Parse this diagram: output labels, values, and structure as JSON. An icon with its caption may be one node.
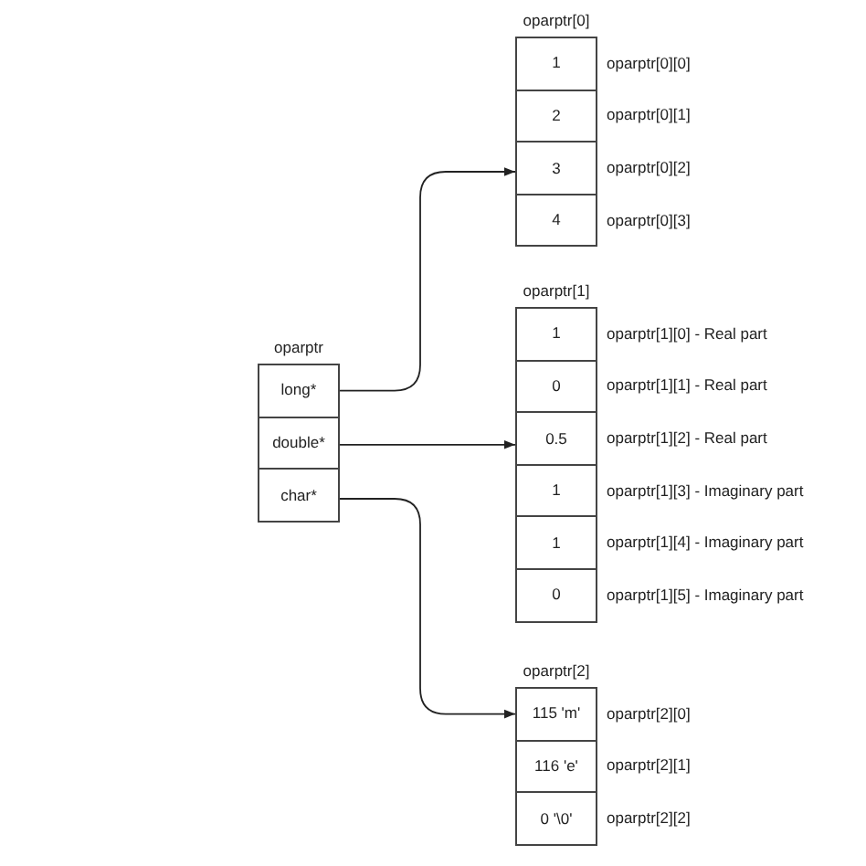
{
  "diagram": {
    "nodes": [
      {
        "text": [
          "oparptr"
        ]
      },
      {
        "text": [
          "long*"
        ],
        "in": 0
      },
      {
        "text": [
          "double*"
        ],
        "in": 0
      },
      {
        "text": [
          "char*"
        ],
        "in": 0
      },
      {
        "text": [
          "oparptr[0]"
        ]
      },
      {
        "text": [
          "1"
        ],
        "in": 4,
        "beside": [
          "oparptr[0][0]"
        ]
      },
      {
        "text": [
          "2"
        ],
        "in": 4,
        "beside": [
          "oparptr[0][1]"
        ]
      },
      {
        "text": [
          "3"
        ],
        "in": 4,
        "beside": [
          "oparptr[0][2]"
        ]
      },
      {
        "text": [
          "4"
        ],
        "in": 4,
        "beside": [
          "oparptr[0][3]"
        ]
      },
      {
        "text": [
          "oparptr[1]"
        ]
      },
      {
        "text": [
          "1"
        ],
        "in": 9,
        "beside": [
          "oparptr[1][0] - Real part"
        ]
      },
      {
        "text": [
          "0"
        ],
        "in": 9,
        "beside": [
          "oparptr[1][1] - Real part"
        ]
      },
      {
        "text": [
          "0.5"
        ],
        "in": 9,
        "beside": [
          "oparptr[1][2] - Real part"
        ]
      },
      {
        "text": [
          "1"
        ],
        "in": 9,
        "beside": [
          "oparptr[1][3] - Imaginary part"
        ]
      },
      {
        "text": [
          "1"
        ],
        "in": 9,
        "beside": [
          "oparptr[1][4] - Imaginary part"
        ]
      },
      {
        "text": [
          "0"
        ],
        "in": 9,
        "beside": [
          "oparptr[1][5] - Imaginary part"
        ]
      },
      {
        "text": [
          "oparptr[2]"
        ]
      },
      {
        "text": [
          "115 'm'"
        ],
        "in": 16,
        "beside": [
          "oparptr[2][0]"
        ]
      },
      {
        "text": [
          "116 'e'"
        ],
        "in": 16,
        "beside": [
          "oparptr[2][1]"
        ]
      },
      {
        "text": [
          "0 '\\0'"
        ],
        "in": 16,
        "beside": [
          "oparptr[2][2]"
        ]
      }
    ],
    "edges": [
      {
        "from": 1,
        "to": 7,
        "arrow": "to"
      },
      {
        "from": 2,
        "to": 12,
        "arrow": "to"
      },
      {
        "from": 3,
        "to": 17,
        "arrow": "to"
      }
    ]
  }
}
